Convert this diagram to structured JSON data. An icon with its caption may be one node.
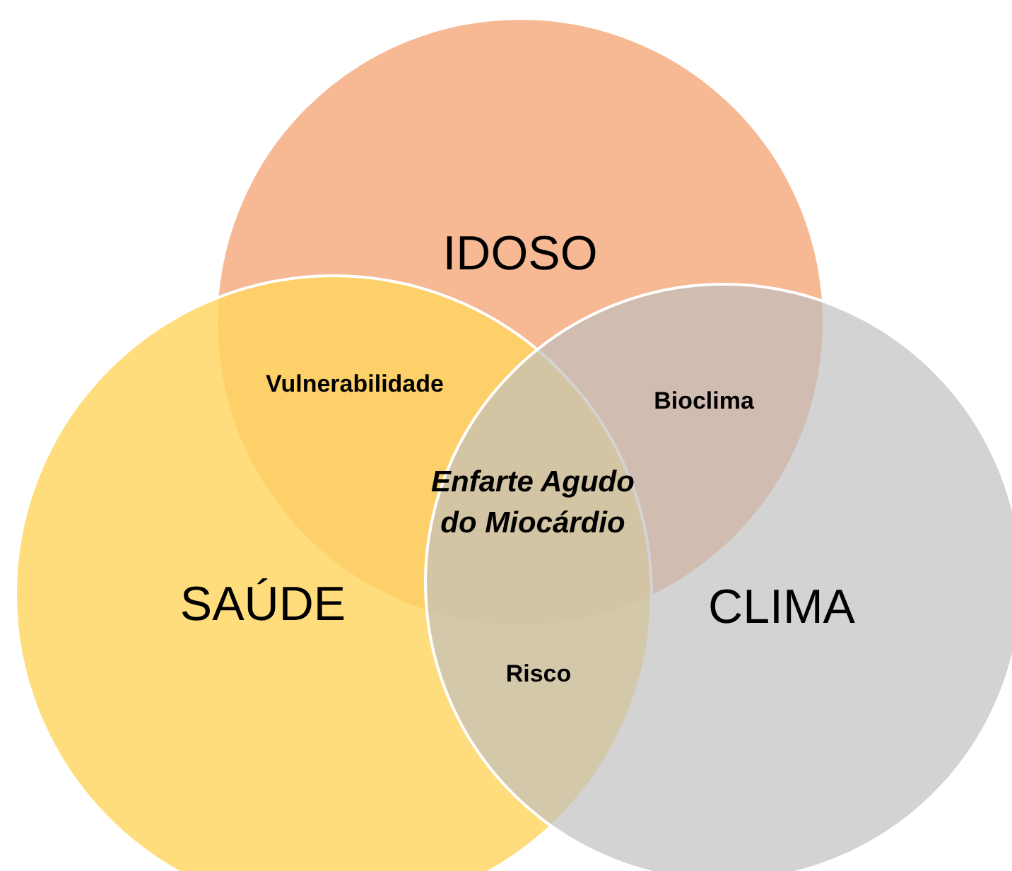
{
  "diagram": {
    "nodes": [
      {
        "text": [
          "IDOSO"
        ]
      },
      {
        "text": [
          "SAÚDE"
        ]
      },
      {
        "text": [
          "CLIMA"
        ]
      }
    ],
    "labels": [
      "Vulnerabilidade",
      "Bioclima",
      "Enfarte Agudo do Miocárdio",
      "Risco"
    ]
  }
}
